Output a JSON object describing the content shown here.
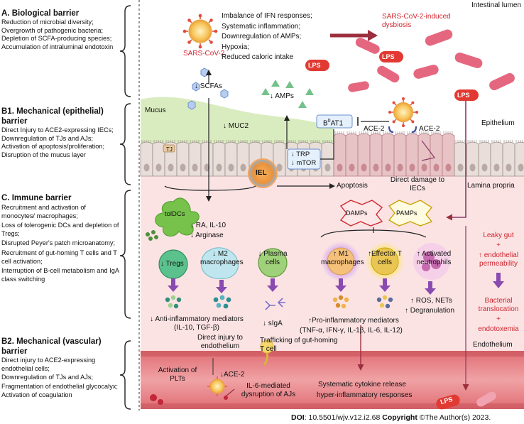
{
  "panels": {
    "biological": {
      "title": "A. Biological barrier",
      "items": [
        "Reduction of microbial diversity;",
        "Overgrowth of pathogenic bacteria;",
        "Depletion of SCFA-producing species;",
        "Accumulation of intraluminal endotoxin"
      ]
    },
    "epithelial": {
      "title": "B1. Mechanical (epithelial) barrier",
      "items": [
        "Direct Injury to ACE2-expressing  IECs;",
        "Downregulation of TJs and AJs;",
        "Activation of apoptosis/proliferation;",
        "Disruption of the mucus layer"
      ]
    },
    "immune": {
      "title": "C. Immune barrier",
      "items": [
        "Recruitment and activation of monocytes/ macrophages;",
        "Loss of tolerogenic DCs and depletion of Tregs;",
        "Disrupted Peyer's patch microanatomy;",
        "Recruitment of gut-homing T cells and T cell activation;",
        "Interruption of B-cell metabolism and IgA class switching"
      ]
    },
    "vascular": {
      "title": "B2. Mechanical (vascular) barrier",
      "items": [
        "Direct injury to ACE2-expressing endothelial cells;",
        "Downregulation of TJs and AJs;",
        "Fragmentation of endothelial glycocalyx;",
        "Activation of coagulation"
      ]
    }
  },
  "lumen": {
    "label": "Intestinal lumen",
    "virus": "SARS-CoV-2",
    "causes": [
      "Imbalance of IFN responses;",
      "Systematic inflammation;",
      "Downregulation of AMPs;",
      "Hypoxia;",
      "Reduced caloric intake"
    ],
    "dysbiosis": "SARS-CoV-2-induced dysbiosis",
    "lps": "LPS",
    "scfas": "↓ SCFAs",
    "amps": "↓ AMPs"
  },
  "epithelium": {
    "mucus": "Mucus",
    "muc2": "↓ MUC2",
    "b0at1_base": "B",
    "b0at1_sup": "0",
    "b0at1_rest": "AT1",
    "ace2": "ACE-2",
    "trp": "↓ TRP",
    "mtor": "↓ mTOR",
    "tj": "TJ",
    "iel": "IEL",
    "apoptosis": "Apoptosis",
    "direct_damage": "Direct damage to IECs",
    "epithelium_label": "Epithelium",
    "lamina_label": "Lamina propria"
  },
  "immune": {
    "toldcs": "tolDCs",
    "ra": "↓ RA, IL-10",
    "arginase": "↓ Arginase",
    "tregs": "↓ Tregs",
    "m2": "↓ M2 macrophages",
    "plasma": "↓ Plasma cells",
    "damps": "DAMPs",
    "pamps": "PAMPs",
    "m1": "↑ M1 macrophages",
    "effector": "↑Effector T cells",
    "neutrophils": "↑ Activated neutrophils",
    "ros": "↑ ROS, NETs",
    "degran": "↑ Degranulation",
    "anti": "↓ Anti-inflammatory mediators (IL-10, TGF-β)",
    "siga": "↓ sIgA",
    "pro": "↑Pro-inflammatory mediators",
    "pro_list": "(TNF-α, IFN-γ, IL-1β, IL-6, IL-12)",
    "leaky": "Leaky gut",
    "plus1": "+",
    "permeability": "↑ endothelial permeability",
    "translocation": "Bacterial translocation",
    "plus2": "+",
    "endotoxemia": "endotoxemia"
  },
  "vessel": {
    "direct_injury": "Direct injury to endothelium",
    "trafficking": "Trafficking of gut-homing T cell",
    "endothelium": "Endothelium",
    "plts": "Activation of PLTs",
    "ace2": "↓ACE-2",
    "il6": "IL-6-mediated dysruption of AJs",
    "cytokine": "Systematic cytokine release",
    "hyper": "hyper-inflammatory responses",
    "lps": "LPS"
  },
  "footer": {
    "doi_label": "DOI",
    "doi_value": ": 10.5501/wjv.v12.i2.68",
    "copyright_label": "Copyright",
    "copyright_value": " ©The Author(s) 2023."
  },
  "colors": {
    "mucus": "#d9ecbf",
    "lamina": "#fbe3e4",
    "vessel": "#e98b8f",
    "arrow_purple": "#8a4bb0",
    "arrow_dark": "#9b2f3d",
    "red_text": "#d0262e"
  }
}
